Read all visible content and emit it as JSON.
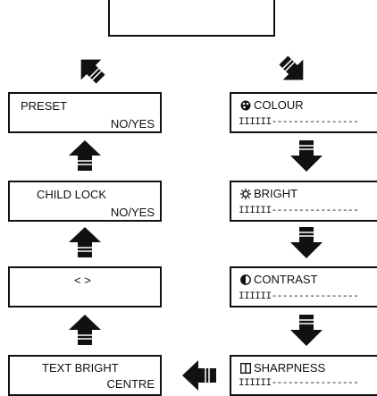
{
  "left_boxes": [
    {
      "title": "PRESET",
      "value": "NO/YES"
    },
    {
      "title": "CHILD LOCK",
      "value": "NO/YES"
    },
    {
      "title": "< >",
      "value": ""
    },
    {
      "title": "TEXT BRIGHT",
      "value": "CENTRE"
    }
  ],
  "right_boxes": [
    {
      "title": "COLOUR",
      "icon": "palette-icon",
      "bar": "IIIIII----------------"
    },
    {
      "title": "BRIGHT",
      "icon": "sun-icon",
      "bar": "IIIIII----------------"
    },
    {
      "title": "CONTRAST",
      "icon": "contrast-icon",
      "bar": "IIIIII----------------"
    },
    {
      "title": "SHARPNESS",
      "icon": "sharpness-icon",
      "bar": "IIIIII----------------"
    }
  ]
}
